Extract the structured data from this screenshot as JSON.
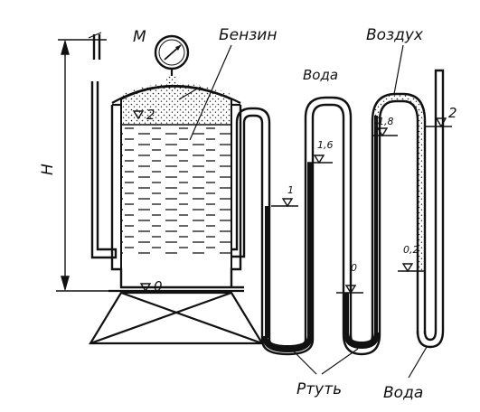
{
  "labels": {
    "gauge": "M",
    "benzin": "Бензин",
    "voda_top": "Вода",
    "vozdukh": "Воздух",
    "rtut": "Ртуть",
    "voda_bottom": "Вода",
    "height": "H"
  },
  "levels": {
    "tank_level": "2",
    "tank_base": "0",
    "l1": "1",
    "l16": "1,6",
    "l0": "0",
    "l18": "1,8",
    "l02": "0,2",
    "right_2": "2"
  }
}
